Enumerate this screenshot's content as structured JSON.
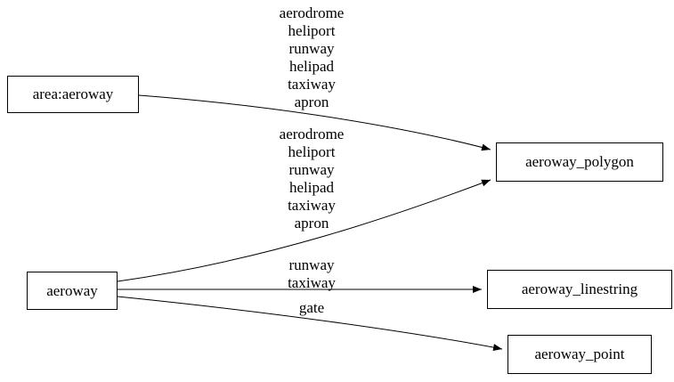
{
  "diagram": {
    "nodes": [
      {
        "id": "area_aeroway",
        "label": "area:aeroway"
      },
      {
        "id": "aeroway",
        "label": "aeroway"
      },
      {
        "id": "aeroway_polygon",
        "label": "aeroway_polygon"
      },
      {
        "id": "aeroway_linestring",
        "label": "aeroway_linestring"
      },
      {
        "id": "aeroway_point",
        "label": "aeroway_point"
      }
    ],
    "edges": [
      {
        "from": "area:aeroway",
        "to": "aeroway_polygon",
        "lines": [
          "aerodrome",
          "heliport",
          "runway",
          "helipad",
          "taxiway",
          "apron"
        ]
      },
      {
        "from": "aeroway",
        "to": "aeroway_polygon",
        "lines": [
          "aerodrome",
          "heliport",
          "runway",
          "helipad",
          "taxiway",
          "apron"
        ]
      },
      {
        "from": "aeroway",
        "to": "aeroway_linestring",
        "lines": [
          "runway",
          "taxiway"
        ]
      },
      {
        "from": "aeroway",
        "to": "aeroway_point",
        "lines": [
          "gate"
        ]
      }
    ],
    "colors": {
      "edge": "#000000",
      "node_border": "#000000",
      "background": "#ffffff",
      "text": "#000000"
    }
  }
}
